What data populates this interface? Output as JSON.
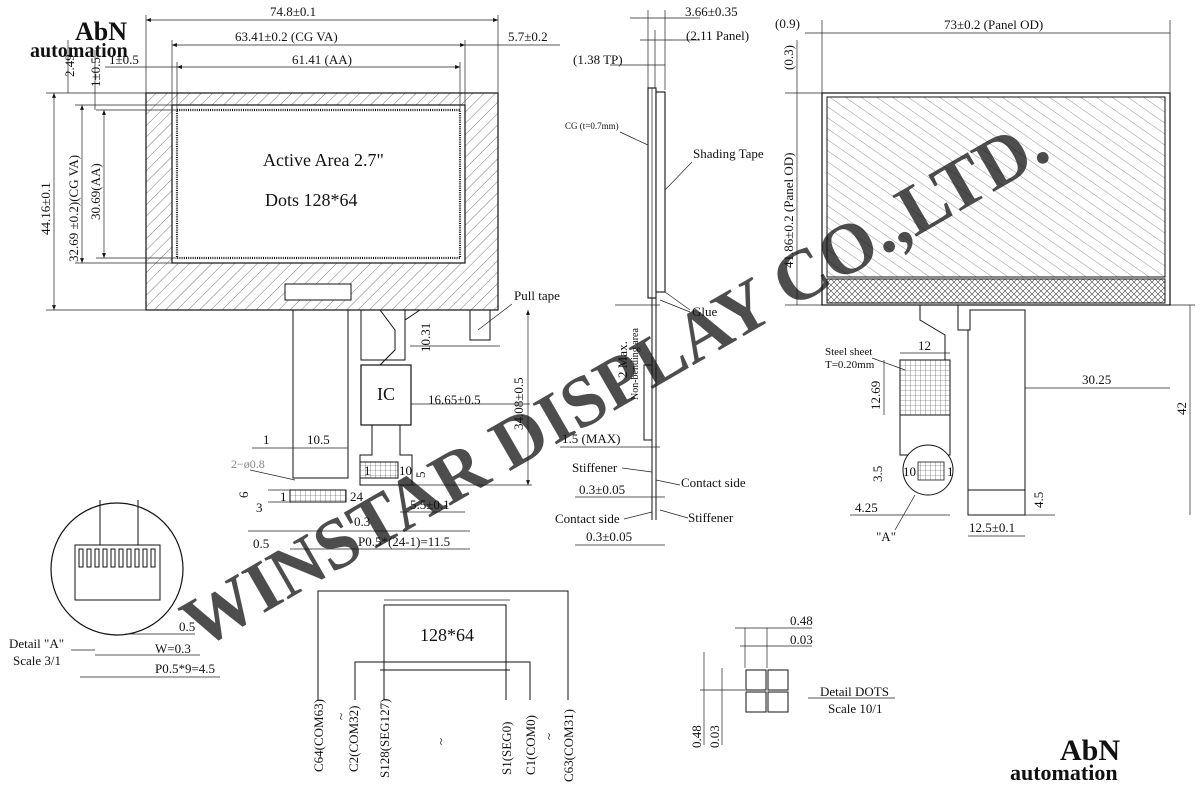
{
  "watermark": {
    "text": "WINSTAR DISPLAY CO.,LTD.",
    "color": "#dcdcdc"
  },
  "logos": [
    {
      "line1": "AbN",
      "line2": "automation"
    },
    {
      "line1": "AbN",
      "line2": "automation"
    }
  ],
  "front_view": {
    "width": "74.8±0.1",
    "cg_va_width": "63.41±0.2 (CG VA)",
    "right_offset": "5.7±0.2",
    "aa_width": "61.41 (AA)",
    "left_margin": "1±0.5",
    "top_margin": "1±0.5",
    "top_offset": "2.49",
    "height": "44.16±0.1",
    "cg_va_height": "32.69 ±0.2)(CG VA)",
    "aa_height": "30.69(AA)",
    "active_area": "Active Area 2.7\"",
    "dots": "Dots 128*64",
    "ic_label": "IC",
    "pull_tape": "Pull tape",
    "fpc_offset": "10.31",
    "ic_offset": "16.65±0.5",
    "fpc_length": "34.08±0.5",
    "pad_1": "1",
    "pad_pitch_width": "10.5",
    "holes": "2−ø0.8",
    "pin_10": "10",
    "pin_5": "5",
    "pin_1": "1",
    "height_6": "6",
    "height_3": "3",
    "pin_24": "24",
    "pin_1_left": "1",
    "conn_width": "5.5±0.1",
    "gap_03": "0.3",
    "gap_05": "0.5",
    "pin_pitch": "P0.5*(24-1)=11.5"
  },
  "side_view": {
    "total_thickness": "3.66±0.35",
    "panel": "(2.11 Panel)",
    "tp": "(1.38 TP)",
    "cg": "CG (t=0.7mm)",
    "shading_tape": "Shading Tape",
    "glue": "Glue",
    "non_bending": "2 Max.",
    "non_bending_area": "Non-bending area",
    "max_thickness": "1.5 (MAX)",
    "stiffener_top": "Stiffener",
    "contact_side_right": "Contact side",
    "thickness_1": "0.3±0.05",
    "contact_side_left": "Contact side",
    "stiffener_bottom": "Stiffener",
    "thickness_2": "0.3±0.05"
  },
  "back_view": {
    "left_offset": "(0.9)",
    "panel_od_width": "73±0.2 (Panel OD)",
    "top_offset": "(0.3)",
    "panel_od_height": "41.86±0.2 (Panel OD)",
    "steel_width": "12",
    "steel_sheet": "Steel sheet",
    "steel_thickness": "T=0.20mm",
    "steel_height": "12.69",
    "fpc_offset": "30.25",
    "total_height": "42",
    "dim_35": "3.5",
    "pin_10": "10",
    "pin_1": "1",
    "dim_425": "4.25",
    "detail_a": "\"A\"",
    "dim_45": "4.5",
    "fpc_width": "12.5±0.1"
  },
  "detail_a": {
    "title": "Detail \"A\"",
    "scale": "Scale 3/1",
    "gap": "0.5",
    "width": "W=0.3",
    "pitch": "P0.5*9=4.5"
  },
  "pixel_layout": {
    "resolution": "128*64",
    "labels": [
      "C64(COM63)",
      "~",
      "C2(COM32)",
      "S128(SEG127)",
      "~",
      "S1(SEG0)",
      "C1(COM0)",
      "~",
      "C63(COM31)"
    ]
  },
  "detail_dots": {
    "title": "Detail DOTS",
    "scale": "Scale 10/1",
    "dot_size": "0.48",
    "gap": "0.03",
    "dot_size_v": "0.48",
    "gap_v": "0.03"
  }
}
